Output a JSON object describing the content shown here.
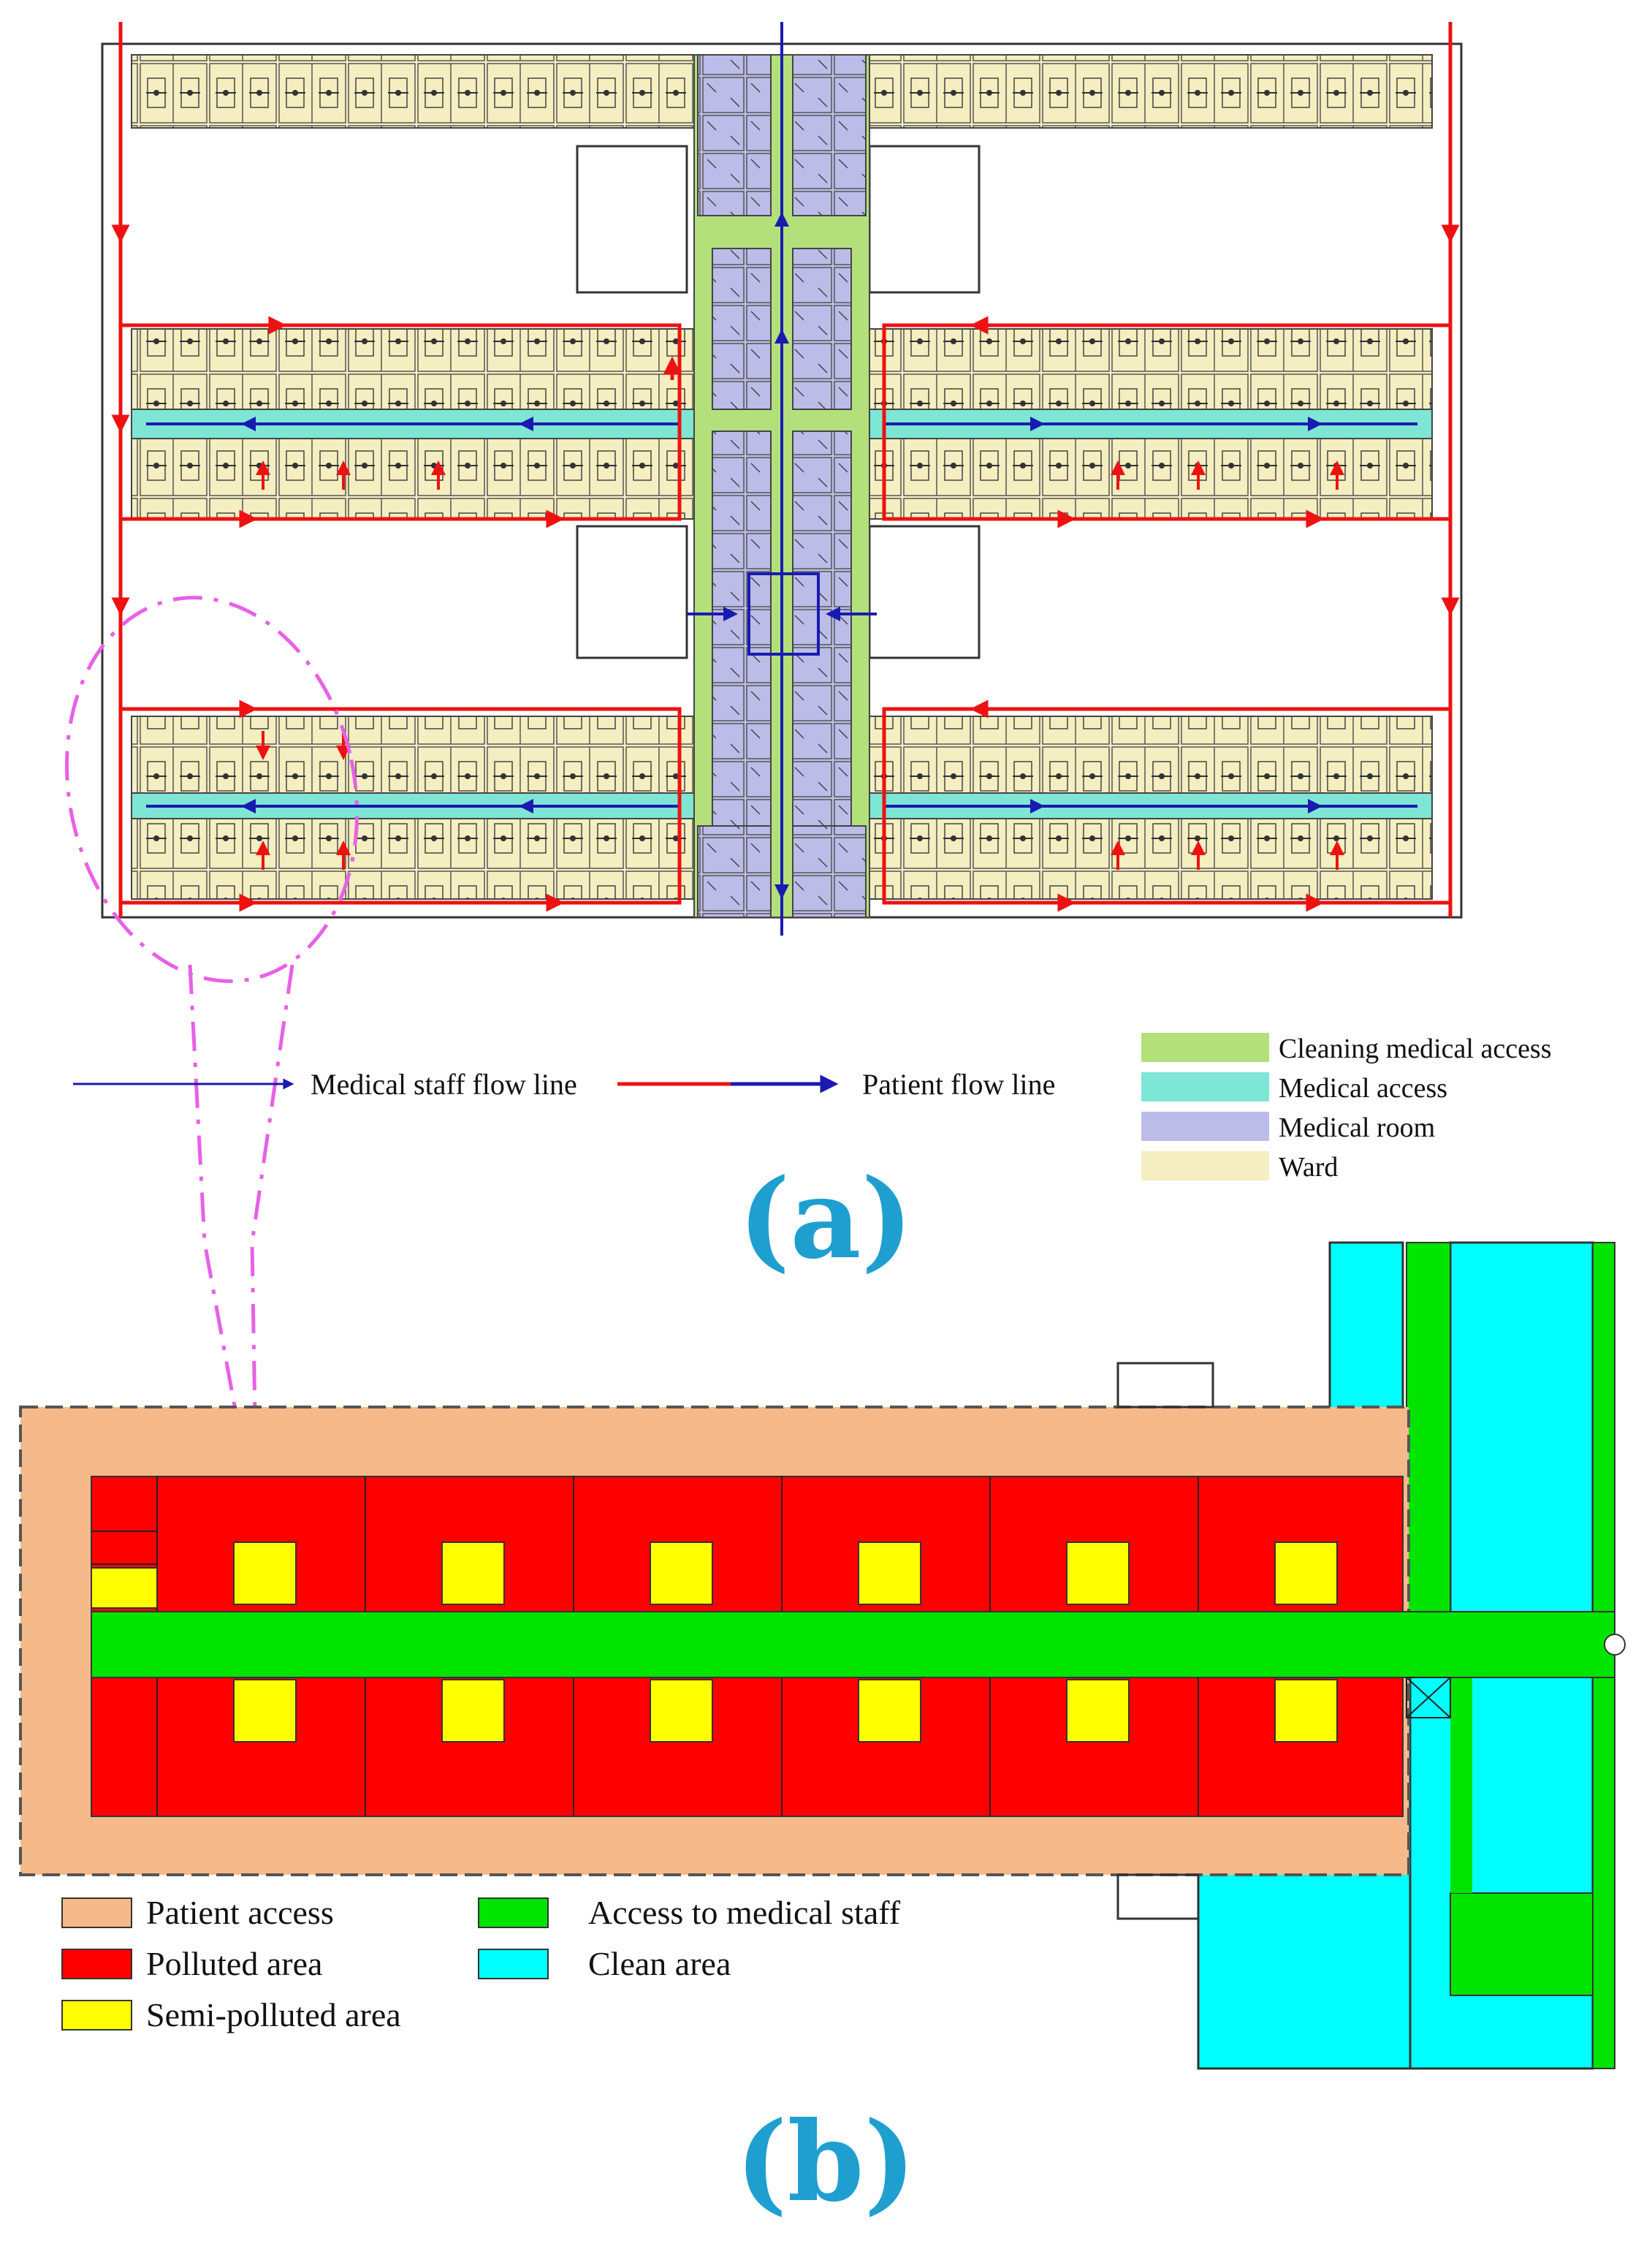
{
  "panel_a": {
    "label": "(a)",
    "flow_legend": {
      "medical_staff": "Medical staff flow line",
      "patient": "Patient flow line"
    },
    "zone_legend": [
      {
        "label": "Cleaning medical access",
        "color": "#b4e07c"
      },
      {
        "label": "Medical access",
        "color": "#7ee6d4"
      },
      {
        "label": "Medical room",
        "color": "#bcbce8"
      },
      {
        "label": "Ward",
        "color": "#f4eec0"
      }
    ]
  },
  "panel_b": {
    "label": "(b)",
    "zone_legend": [
      {
        "label": "Patient access",
        "color": "#f6b98a"
      },
      {
        "label": "Polluted area",
        "color": "#ff0000"
      },
      {
        "label": "Semi-polluted area",
        "color": "#ffff00"
      },
      {
        "label": "Access to medical staff",
        "color": "#00e400"
      },
      {
        "label": "Clean area",
        "color": "#00ffff"
      }
    ]
  },
  "colors": {
    "patient_flow": "#ee1111",
    "staff_flow": "#1a1ab0",
    "wall": "#333333",
    "callout": "#e860e8"
  }
}
